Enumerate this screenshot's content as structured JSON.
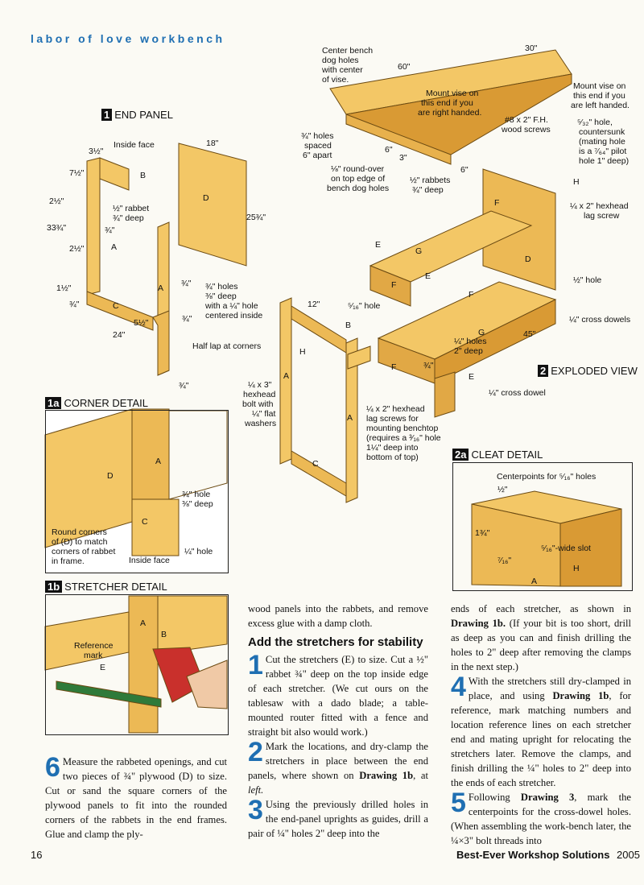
{
  "header": {
    "title": "labor of love workbench"
  },
  "sections": {
    "end_panel": {
      "tag": "1",
      "title": "END PANEL"
    },
    "exploded": {
      "tag": "2",
      "title": "EXPLODED VIEW"
    },
    "corner": {
      "tag": "1a",
      "title": "CORNER DETAIL"
    },
    "stretcher": {
      "tag": "1b",
      "title": "STRETCHER DETAIL"
    },
    "cleat": {
      "tag": "2a",
      "title": "CLEAT DETAIL"
    }
  },
  "labels": {
    "inside_face": "Inside face",
    "w18": "18\"",
    "d3_5": "3½\"",
    "d7_5": "7½\"",
    "d2_5a": "2½\"",
    "rabbet_b": "½\" rabbet",
    "rabbet_b2": "¾\" deep",
    "d33_75": "33¾\"",
    "d3_4a": "¾\"",
    "d2_5b": "2½\"",
    "d25_75": "25¾\"",
    "d1_5": "1½\"",
    "d3_4b": "¾\"",
    "d5_5": "5½\"",
    "d24": "24\"",
    "d3_4c": "¾\"",
    "d3_4d": "¾\"",
    "holes1": "¾\" holes",
    "holes2": "⅜\" deep",
    "holes3": "with a ¼\" hole",
    "holes4": "centered inside",
    "halflap": "Half lap at corners",
    "d3_4e": "¾\"",
    "center1": "Center bench",
    "center2": "dog holes",
    "center3": "with center",
    "center4": "of vise.",
    "w60": "60\"",
    "w30": "30\"",
    "vise_r1": "Mount vise on",
    "vise_r2": "this end if you",
    "vise_r3": "are right handed.",
    "vise_l1": "Mount vise on",
    "vise_l2": "this end if you",
    "vise_l3": "are left handed.",
    "dogs1": "¾\" holes",
    "dogs2": "spaced",
    "dogs3": "6\" apart",
    "d6a": "6\"",
    "d3a": "3\"",
    "roundover1": "⅛\" round-over",
    "roundover2": "on top edge of",
    "roundover3": "bench dog holes",
    "rabbets1": "½\" rabbets",
    "rabbets2": "¾\" deep",
    "screws1": "#8 x 2\" F.H.",
    "screws2": "wood screws",
    "d6b": "6\"",
    "pilot1": "⁵⁄₃₂\" hole,",
    "pilot2": "countersunk",
    "pilot3": "(mating hole",
    "pilot4": "is a ⁷⁄₆₄\" pilot",
    "pilot5": "hole 1\" deep)",
    "lag1": "¼ x 2\" hexhead",
    "lag2": "lag screw",
    "half_hole": "½\" hole",
    "cross_dowels": "¼\" cross dowels",
    "d12": "12\"",
    "hole516": "⁵⁄₁₆\" hole",
    "d45": "45\"",
    "qholes1": "¼\" holes",
    "qholes2": "2\" deep",
    "d3_4f": "¾\"",
    "cross_dowel": "¼\" cross dowel",
    "bolt1": "¼ x 3\"",
    "bolt2": "hexhead",
    "bolt3": "bolt with",
    "bolt4": "¼\" flat",
    "bolt5": "washers",
    "lagtop1": "¼ x 2\" hexhead",
    "lagtop2": "lag screws for",
    "lagtop3": "mounting benchtop",
    "lagtop4": "(requires a ³⁄₁₆\" hole",
    "lagtop5": "1¼\" deep into",
    "lagtop6": "bottom of top)",
    "corner_hole1": "¾\" hole",
    "corner_hole2": "⅜\" deep",
    "round1": "Round corners",
    "round2a": "of",
    "round2b": "to match",
    "round3": "corners of rabbet",
    "round4": "in frame.",
    "corner_inside": "Inside face",
    "corner_q": "¼\" hole",
    "refmark1": "Reference",
    "refmark2": "mark",
    "cleat_center": "Centerpoints for ⁵⁄₁₆\" holes",
    "cleat_half": "½\"",
    "cleat_134": "1¾\"",
    "cleat_slot": "⁵⁄₁₆\"-wide slot",
    "cleat_716": "⁷⁄₁₆\""
  },
  "parts": {
    "A": "A",
    "B": "B",
    "C": "C",
    "D": "D",
    "E": "E",
    "F": "F",
    "G": "G",
    "H": "H"
  },
  "text": {
    "step6_num": "6",
    "step6": "Measure the rabbeted openings, and cut two pieces of ¾\" plywood (D) to size. Cut or sand the square corners of the plywood panels to fit into the rounded corners of the rabbets in the end frames. Glue and clamp the ply-",
    "col2_cont": "wood panels into the rabbets, and remove excess glue with a damp cloth.",
    "heading": "Add the stretchers for stability",
    "step1_num": "1",
    "step1": "Cut the stretchers (E) to size. Cut a ½\" rabbet ¾\" deep on the top inside edge of each stretcher. (We cut ours on the tablesaw with a dado blade; a table-mounted router fitted with a fence and straight bit also would work.)",
    "step2_num": "2",
    "step2a": "Mark the locations, and dry-clamp the stretchers in place between the end panels, where shown on ",
    "step2_ref": "Drawing 1b",
    "step2b": ", at ",
    "step2_left": "left.",
    "step3_num": "3",
    "step3": "Using the previously drilled holes in the end-panel uprights as guides, drill a pair of ¼\" holes 2\" deep into the",
    "col3a": "ends of each stretcher, as shown in ",
    "col3_ref": "Drawing 1b.",
    "col3b": " (If your bit is too short, drill as deep as you can and finish drilling the holes to 2\" deep after removing the clamps in the next step.)",
    "step4_num": "4",
    "step4a": "With the stretchers still dry-clamped in place, and using ",
    "step4_ref": "Drawing 1b",
    "step4b": ", for reference, mark matching numbers and location reference lines on each stretcher end and mating upright for relocating the stretchers later. Remove the clamps, and finish drilling the ¼\" holes to 2\" deep into the ends of each stretcher.",
    "step5_num": "5",
    "step5a": "Following ",
    "step5_ref": "Drawing 3",
    "step5b": ", mark the centerpoints for the cross-dowel holes. (When assembling the work-bench later, the ¼×3\" bolt threads into"
  },
  "footer": {
    "page": "16",
    "pub": "Best-Ever Workshop Solutions",
    "year": "2005"
  },
  "colors": {
    "wood": "#f3c766",
    "wood_dark": "#d99a34",
    "accent": "#1f6fb2"
  }
}
